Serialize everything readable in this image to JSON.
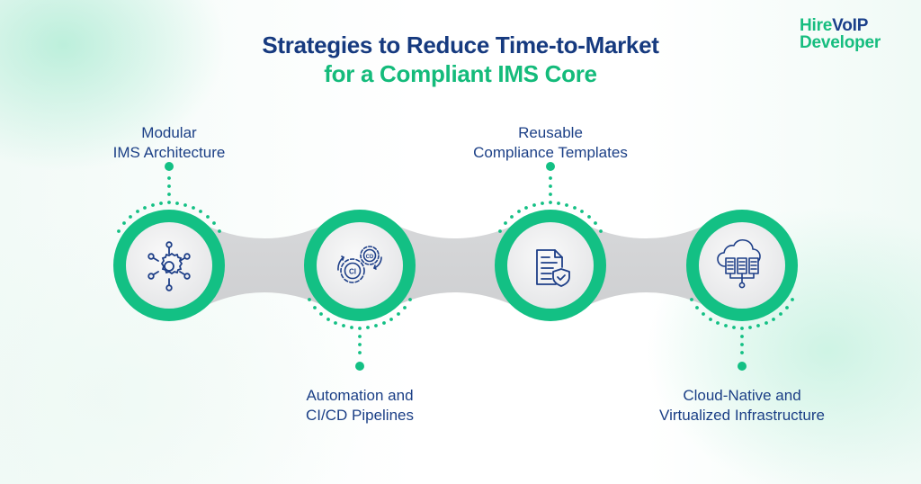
{
  "logo": {
    "part1": "Hire",
    "part2": "VoIP",
    "part3": "Developer"
  },
  "title": {
    "line1": "Strategies to Reduce Time-to-Market",
    "line2": "for a Compliant IMS Core"
  },
  "colors": {
    "accent_green": "#13c084",
    "navy": "#1b3f86",
    "connector_gray": "#d2d3d5",
    "inner_circle": "#f2f2f3"
  },
  "steps": [
    {
      "label_line1": "Modular",
      "label_line2": "IMS Architecture",
      "icon": "network-gear-icon",
      "label_position": "top"
    },
    {
      "label_line1": "Automation and",
      "label_line2": "CI/CD Pipelines",
      "icon": "ci-cd-gears-icon",
      "label_position": "bottom",
      "icon_text_a": "CI",
      "icon_text_b": "CD"
    },
    {
      "label_line1": "Reusable",
      "label_line2": "Compliance Templates",
      "icon": "document-shield-icon",
      "label_position": "top"
    },
    {
      "label_line1": "Cloud-Native and",
      "label_line2": "Virtualized Infrastructure",
      "icon": "cloud-servers-icon",
      "label_position": "bottom"
    }
  ]
}
